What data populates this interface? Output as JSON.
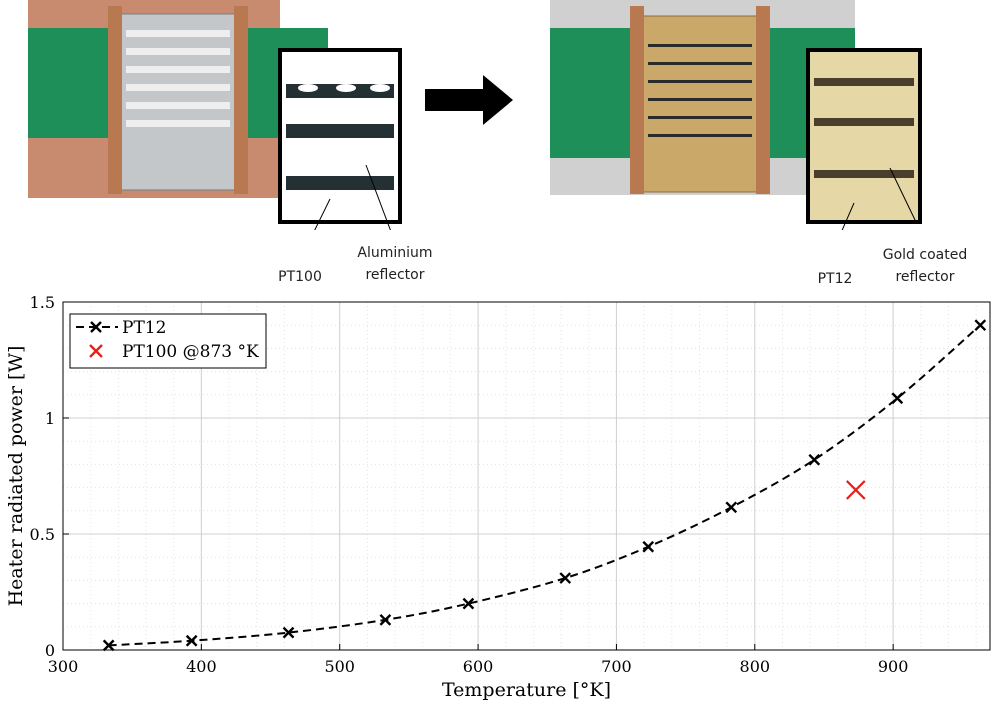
{
  "photos": {
    "left": {
      "labels": [
        "PT100",
        "Aluminium reflector"
      ],
      "pt100": "PT100",
      "reflector_line1": "Aluminium",
      "reflector_line2": "reflector"
    },
    "right": {
      "pt12": "PT12",
      "reflector_line1": "Gold coated",
      "reflector_line2": "reflector"
    }
  },
  "chart_data": {
    "type": "line",
    "xlabel": "Temperature [°K]",
    "ylabel": "Heater radiated power [W]",
    "xlim": [
      300,
      970
    ],
    "ylim": [
      0,
      1.5
    ],
    "xticks": [
      300,
      400,
      500,
      600,
      700,
      800,
      900
    ],
    "yticks": [
      0,
      0.5,
      1,
      1.5
    ],
    "ytick_labels": [
      "0",
      "0.5",
      "1",
      "1.5"
    ],
    "grid": true,
    "legend_position": "top-left",
    "series": [
      {
        "name": "PT12",
        "style": "dashed-x",
        "color": "#000000",
        "x": [
          333,
          393,
          463,
          533,
          593,
          663,
          723,
          783,
          843,
          903,
          963
        ],
        "y": [
          0.02,
          0.04,
          0.075,
          0.13,
          0.2,
          0.31,
          0.445,
          0.615,
          0.82,
          1.085,
          1.4
        ]
      },
      {
        "name": "PT100 @873 °K",
        "style": "marker-x",
        "color": "#e8201c",
        "x": [
          873
        ],
        "y": [
          0.69
        ]
      }
    ]
  }
}
